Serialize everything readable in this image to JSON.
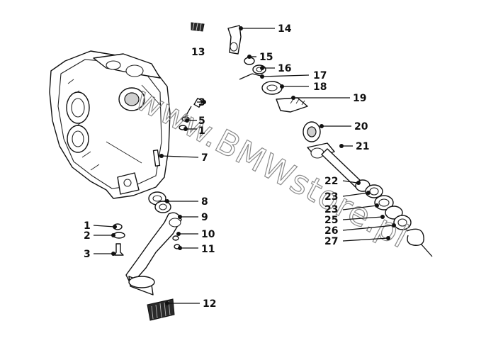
{
  "watermark": "www.BMWstore.pl",
  "callouts": [
    {
      "id": "c13",
      "label": "13"
    },
    {
      "id": "c14",
      "label": "14"
    },
    {
      "id": "c15",
      "label": "15"
    },
    {
      "id": "c16",
      "label": "16"
    },
    {
      "id": "c17",
      "label": "17"
    },
    {
      "id": "c18",
      "label": "18"
    },
    {
      "id": "c19",
      "label": "19"
    },
    {
      "id": "c20",
      "label": "20"
    },
    {
      "id": "c21",
      "label": "21"
    },
    {
      "id": "c22",
      "label": "22"
    },
    {
      "id": "c23a",
      "label": "23"
    },
    {
      "id": "c23b",
      "label": "23"
    },
    {
      "id": "c25",
      "label": "25"
    },
    {
      "id": "c26",
      "label": "26"
    },
    {
      "id": "c27",
      "label": "27"
    },
    {
      "id": "c3a",
      "label": "3"
    },
    {
      "id": "c5",
      "label": "5"
    },
    {
      "id": "c1a",
      "label": "1"
    },
    {
      "id": "c7",
      "label": "7"
    },
    {
      "id": "c8",
      "label": "8"
    },
    {
      "id": "c9",
      "label": "9"
    },
    {
      "id": "c10",
      "label": "10"
    },
    {
      "id": "c11",
      "label": "11"
    },
    {
      "id": "c12",
      "label": "12"
    },
    {
      "id": "c1b",
      "label": "1"
    },
    {
      "id": "c2",
      "label": "2"
    },
    {
      "id": "c3b",
      "label": "3"
    }
  ]
}
